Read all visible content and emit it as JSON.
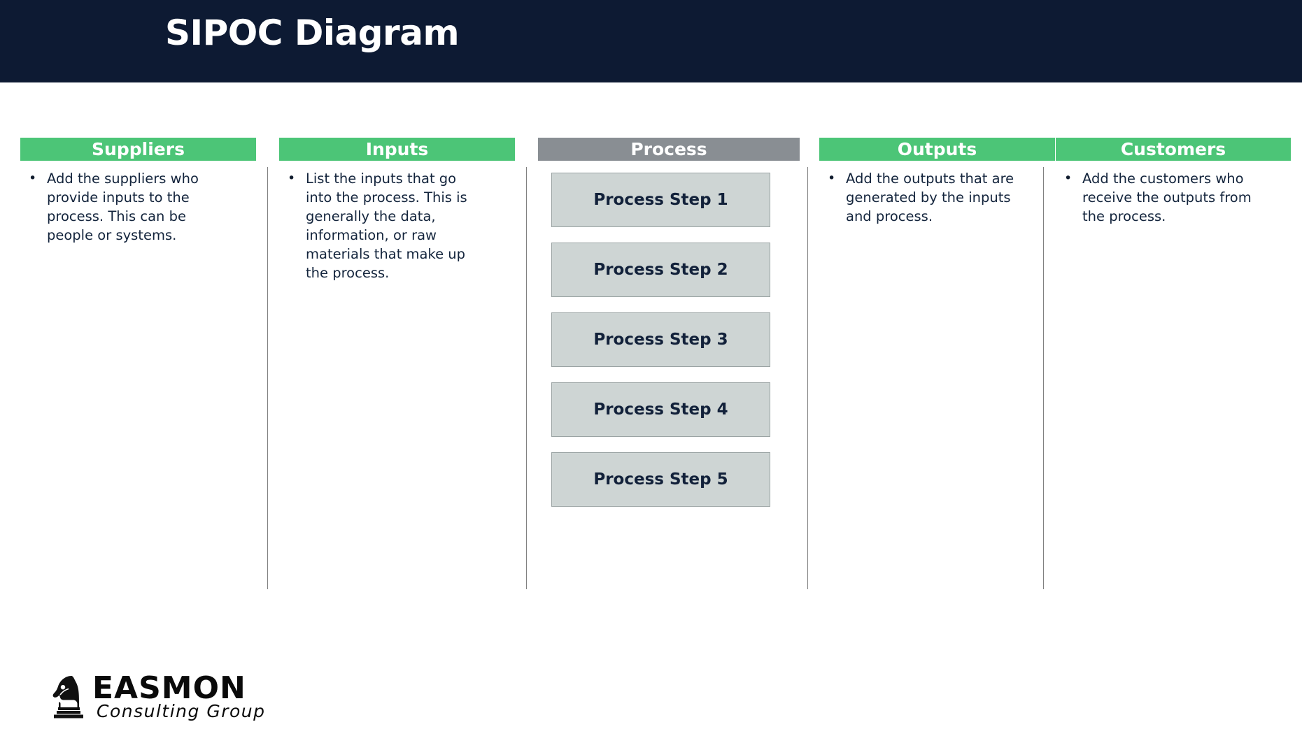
{
  "header": {
    "title": "SIPOC Diagram",
    "background_color": "#0d1a33",
    "title_color": "#ffffff"
  },
  "theme": {
    "accent_green": "#4cc577",
    "process_gray": "#898e93",
    "step_fill": "#ced5d4",
    "step_border": "#9aa3a3",
    "body_text": "#13243c",
    "divider": "#808080"
  },
  "columns": [
    {
      "key": "suppliers",
      "header": "Suppliers",
      "header_color": "#4cc577",
      "bullets": [
        "Add the suppliers who provide inputs to the process. This can be people or systems."
      ]
    },
    {
      "key": "inputs",
      "header": "Inputs",
      "header_color": "#4cc577",
      "bullets": [
        "List the inputs that go into the process. This is generally the data, information, or raw materials that make up the process."
      ]
    },
    {
      "key": "process",
      "header": "Process",
      "header_color": "#898e93",
      "steps": [
        "Process Step 1",
        "Process Step 2",
        "Process Step 3",
        "Process Step 4",
        "Process Step 5"
      ]
    },
    {
      "key": "outputs",
      "header": "Outputs",
      "header_color": "#4cc577",
      "bullets": [
        "Add the outputs that are generated by the inputs and process."
      ]
    },
    {
      "key": "customers",
      "header": "Customers",
      "header_color": "#4cc577",
      "bullets": [
        "Add the customers who receive the outputs from the process."
      ]
    }
  ],
  "bullet_glyph": "•",
  "logo": {
    "name": "EASMON",
    "tagline": "Consulting Group",
    "mark": "chess-knight-icon"
  }
}
